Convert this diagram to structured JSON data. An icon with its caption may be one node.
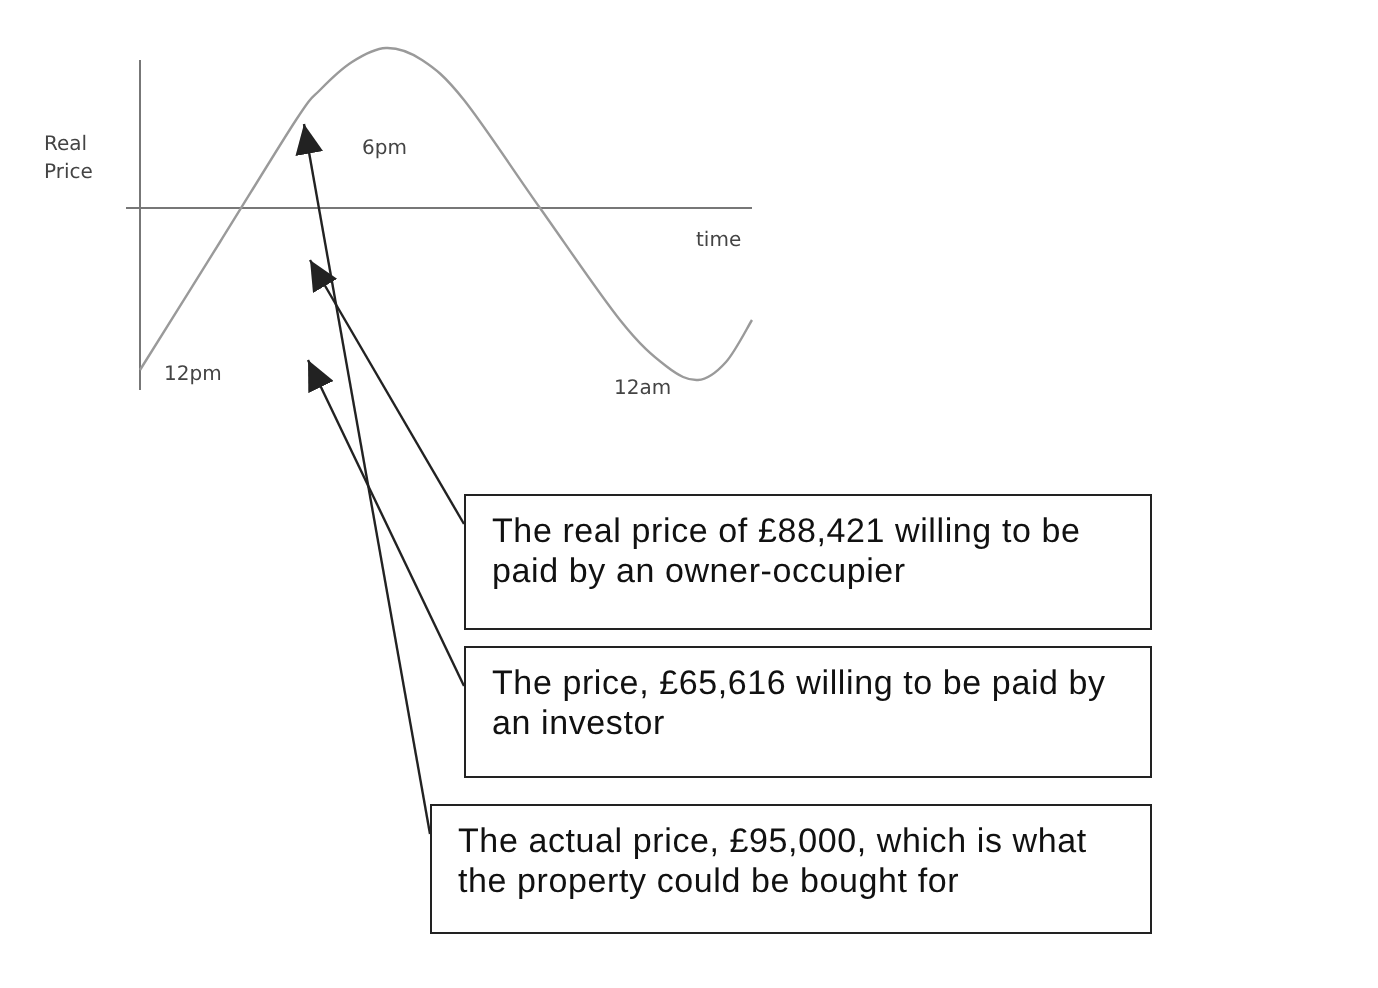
{
  "diagram": {
    "nodes": [
      {
        "text": [
          "The real price of £88,421 willing to be paid by an owner-occupier"
        ]
      },
      {
        "text": [
          "The price, £65,616 willing to be paid by an investor"
        ]
      },
      {
        "text": [
          "The actual price, £95,000, which is what the property could be bought for"
        ]
      }
    ],
    "edges": [
      {
        "from": 0,
        "to": null,
        "arrow": "to"
      },
      {
        "from": 1,
        "to": null,
        "arrow": "to"
      },
      {
        "from": 2,
        "to": null,
        "arrow": "to"
      }
    ],
    "labels": [
      "6pm",
      "Real Price",
      "time",
      "12pm",
      "12am"
    ]
  }
}
